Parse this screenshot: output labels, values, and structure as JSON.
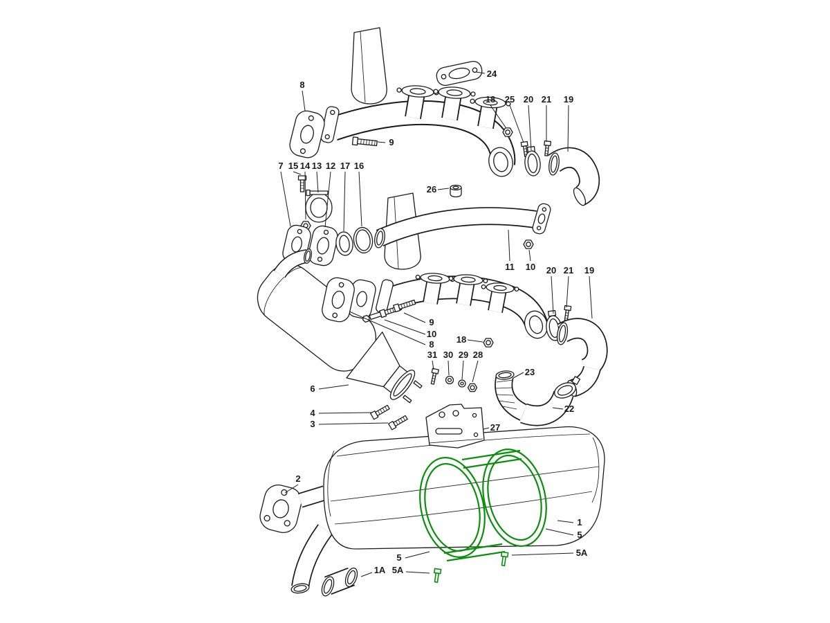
{
  "diagram": {
    "colors": {
      "line": "#1a1a1a",
      "highlight": "#0a8f0a",
      "background": "#ffffff"
    },
    "callouts": [
      {
        "label": "24"
      },
      {
        "label": "8"
      },
      {
        "label": "18"
      },
      {
        "label": "25"
      },
      {
        "label": "20"
      },
      {
        "label": "21"
      },
      {
        "label": "19"
      },
      {
        "label": "9"
      },
      {
        "label": "7"
      },
      {
        "label": "15"
      },
      {
        "label": "14"
      },
      {
        "label": "13"
      },
      {
        "label": "12"
      },
      {
        "label": "17"
      },
      {
        "label": "16"
      },
      {
        "label": "26"
      },
      {
        "label": "11"
      },
      {
        "label": "10"
      },
      {
        "label": "20"
      },
      {
        "label": "21"
      },
      {
        "label": "19"
      },
      {
        "label": "9"
      },
      {
        "label": "10"
      },
      {
        "label": "8"
      },
      {
        "label": "18"
      },
      {
        "label": "31"
      },
      {
        "label": "30"
      },
      {
        "label": "29"
      },
      {
        "label": "28"
      },
      {
        "label": "23"
      },
      {
        "label": "22"
      },
      {
        "label": "6"
      },
      {
        "label": "4"
      },
      {
        "label": "3"
      },
      {
        "label": "27"
      },
      {
        "label": "2"
      },
      {
        "label": "1"
      },
      {
        "label": "5"
      },
      {
        "label": "5A"
      },
      {
        "label": "5"
      },
      {
        "label": "1A"
      },
      {
        "label": "5A"
      }
    ]
  }
}
